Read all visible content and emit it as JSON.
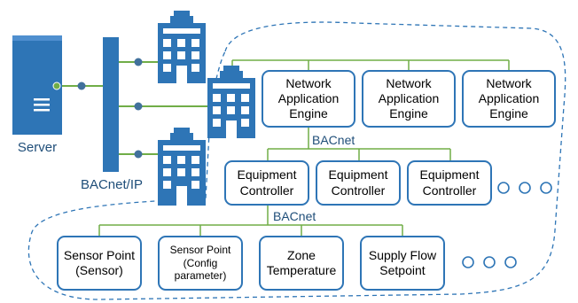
{
  "server": {
    "label": "Server"
  },
  "backbone": {
    "label": "BACnet/IP"
  },
  "buildings": [
    {
      "icon": "building-icon"
    },
    {
      "icon": "building-icon"
    },
    {
      "icon": "building-icon"
    }
  ],
  "network_engines": [
    {
      "label": "Network\nApplication\nEngine"
    },
    {
      "label": "Network\nApplication\nEngine"
    },
    {
      "label": "Network\nApplication\nEngine"
    }
  ],
  "bus_labels": {
    "upper": "BACnet",
    "lower": "BACnet"
  },
  "equipment_controllers": [
    {
      "label": "Equipment\nController"
    },
    {
      "label": "Equipment\nController"
    },
    {
      "label": "Equipment\nController"
    }
  ],
  "points": [
    {
      "label": "Sensor Point\n(Sensor)"
    },
    {
      "label": "Sensor Point\n(Config\nparameter)"
    },
    {
      "label": "Zone\nTemperature"
    },
    {
      "label": "Supply Flow\nSetpoint"
    }
  ],
  "colors": {
    "blue": "#2e75b6",
    "green": "#70ad47",
    "navy": "#1f4e79",
    "node": "#41719c"
  }
}
